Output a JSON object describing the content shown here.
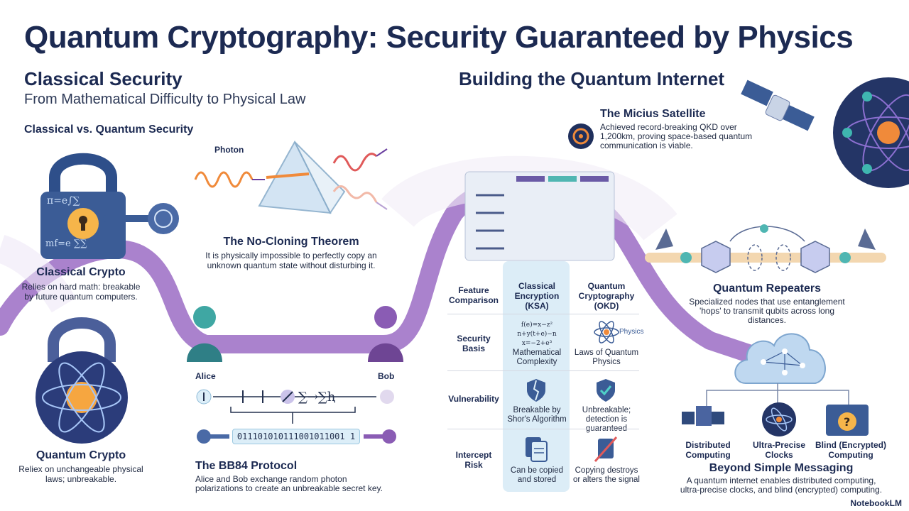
{
  "title": "Quantum Cryptography: Security Guaranteed by Physics",
  "left": {
    "heading": "Classical Security",
    "subheading": "From Mathematical Difficulty to Physical Law",
    "section_label": "Classical vs. Quantum Security",
    "classical": {
      "title": "Classical Crypto",
      "desc": "Relies on hard math: breakable by future quantum computers."
    },
    "quantum": {
      "title": "Quantum Crypto",
      "desc": "Reliex on unchangeable physical laws; unbreakable."
    }
  },
  "middle": {
    "photon_label": "Photon",
    "no_cloning": {
      "title": "The No-Cloning Theorem",
      "desc": "It is physically impossible to perfectly copy an unknown quantum state without disturbing it."
    },
    "alice": "Alice",
    "bob": "Bob",
    "bits": "011101010111001011001 1",
    "bb84": {
      "title": "The BB84 Protocol",
      "desc": "Alice and Bob exchange random photon polarizations to create an unbreakable secret key."
    }
  },
  "right": {
    "heading": "Building the Quantum Internet",
    "micius": {
      "title": "The Micius Satellite",
      "desc": "Achieved record-breaking QKD over 1,200km, proving space-based quantum communication is viable."
    },
    "repeaters": {
      "title": "Quantum Repeaters",
      "desc": "Specialized nodes that use entanglement 'hops' to transmit qubits across long distances."
    },
    "beyond": {
      "title": "Beyond Simple Messaging",
      "desc": "A quantum internet enables distributed computing, ultra-precise clocks, and blind (encrypted) computing.",
      "items": [
        {
          "label": "Distributed Computing"
        },
        {
          "label": "Ultra-Precise Clocks"
        },
        {
          "label": "Blind (Encrypted) Computing"
        }
      ]
    }
  },
  "table": {
    "headers": [
      "Feature Comparison",
      "Classical Encryption (KSA)",
      "Quantum Cryptography (OKD)"
    ],
    "rows": [
      {
        "label": "Security Basis",
        "classical": "Mathematical Complexity",
        "quantum": "Laws of Quantum Physics",
        "formula": "f(e)=x−z² n+y(t+e)−n x=−2+e³",
        "physics_tag": "Physics"
      },
      {
        "label": "Vulnerability",
        "classical": "Breakable by Shor's Algorithm",
        "quantum": "Unbreakable; detection is guaranteed"
      },
      {
        "label": "Intercept Risk",
        "classical": "Can be copied and stored",
        "quantum": "Copying destroys or alters the signal"
      }
    ]
  },
  "logo": "NotebookLM",
  "colors": {
    "navy": "#1c2a52",
    "purple": "#8a5cb4",
    "teal": "#3fb6b0",
    "orange": "#f0a44a",
    "light_blue": "#dcedf7"
  }
}
